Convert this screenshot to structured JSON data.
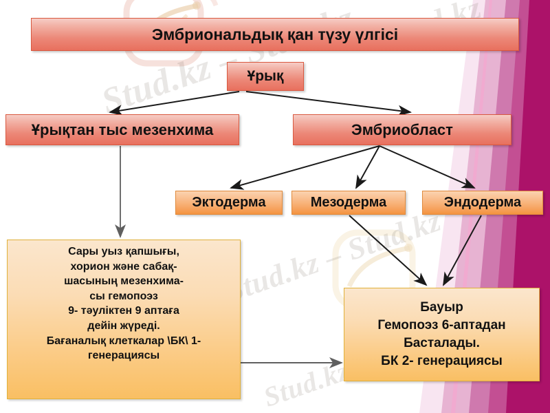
{
  "title": {
    "text": "Эмбриональдық қан түзу үлгісі"
  },
  "nodes": {
    "urik": "Ұрық",
    "extraembryonic_mesenchyme": "Ұрықтан тыс мезенхима",
    "embryoblast": "Эмбриобласт",
    "ectoderm": "Эктодерма",
    "mesoderm": "Мезодерма",
    "endoderm": "Эндодерма"
  },
  "yolk_sac_box": {
    "lines": [
      "Сары уыз қапшығы,",
      "хорион және сабақ-",
      "шасының мезенхима-",
      "сы гемопоэз",
      "9- тәуліктен 9 аптаға",
      "дейін жүреді.",
      "Бағаналық клеткалар \\БК\\ 1-",
      "генерациясы"
    ]
  },
  "liver_box": {
    "lines": [
      "Бауыр",
      "Гемопоэз 6-аптадан",
      "Басталады.",
      "БК 2- генерациясы"
    ]
  },
  "watermark": {
    "line1": "Stud.kz – Stud.kz",
    "line2": "Stud.kz – Stud.kz",
    "line3": "Stud.kz",
    "line4": "Stud.kz",
    "line5": "Stud.kz"
  },
  "colors": {
    "title_fill_top": "#f6cdc6",
    "title_fill_bottom": "#e8705e",
    "title_border": "#d9583f",
    "germ_layer_fill_top": "#fbd3b0",
    "germ_layer_fill_bottom": "#f4933f",
    "germ_layer_border": "#e08a3c",
    "text_block_fill_top": "#fbe6cd",
    "text_block_fill_bottom": "#f9bf63",
    "text_block_border": "#e0b13a",
    "arrow_black": "#1a1a1a",
    "arrow_gray": "#6e6e6e",
    "deco_magenta_dark": "#ac1269",
    "deco_magenta_mid": "#c34f93",
    "deco_pink_light": "#e7b3d2",
    "background": "#ffffff"
  }
}
